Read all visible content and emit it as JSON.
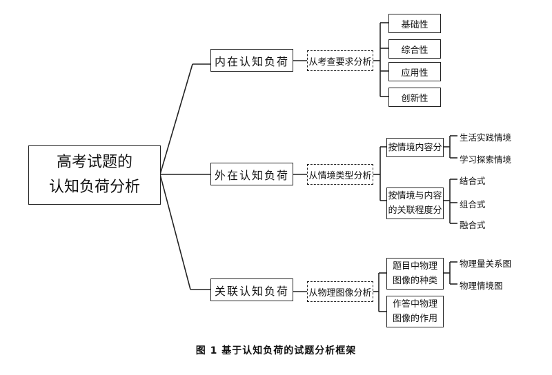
{
  "root": {
    "label": "高考试题的\n认知负荷分析"
  },
  "branches": [
    {
      "label": "内在认知负荷",
      "method": "从考查要求分析",
      "children": [
        "基础性",
        "综合性",
        "应用性",
        "创新性"
      ]
    },
    {
      "label": "外在认知负荷",
      "method": "从情境类型分析",
      "children": [
        {
          "label": "按情境内容分",
          "leaves": [
            "生活实践情境",
            "学习探索情境"
          ]
        },
        {
          "label": "按情境与内容\n的关联程度分",
          "leaves": [
            "结合式",
            "组合式",
            "融合式"
          ]
        }
      ]
    },
    {
      "label": "关联认知负荷",
      "method": "从物理图像分析",
      "children": [
        {
          "label": "题目中物理\n图像的种类",
          "leaves": [
            "物理量关系图",
            "物理情境图"
          ]
        },
        {
          "label": "作答中物理\n图像的作用",
          "leaves": []
        }
      ]
    }
  ],
  "caption": "图 1  基于认知负荷的试题分析框架"
}
